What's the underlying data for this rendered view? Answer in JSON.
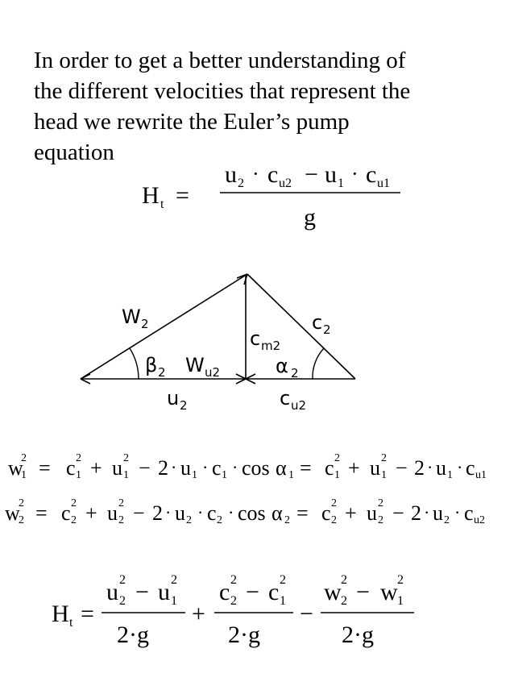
{
  "intro": {
    "line1": "In order to get a better understanding of",
    "line2": "the different velocities that represent the",
    "line3": "head we rewrite the Euler’s  pump",
    "line4": "equation"
  },
  "euler_equation": {
    "lhs": "H",
    "lhs_sub": "t",
    "eq": "=",
    "num_u2": "u",
    "num_u2_sub": "2",
    "dot": "·",
    "num_cu2": "c",
    "num_cu2_sub": "u2",
    "minus": "−",
    "num_u1": "u",
    "num_u1_sub": "1",
    "num_cu1": "c",
    "num_cu1_sub": "u1",
    "den": "g"
  },
  "diagram": {
    "W2": "W",
    "W2_sub": "2",
    "beta2": "β",
    "beta2_sub": "2",
    "Wu2": "W",
    "Wu2_sub": "u2",
    "u2": "u",
    "u2_sub": "2",
    "cm2": "c",
    "cm2_sub": "m2",
    "c2": "c",
    "c2_sub": "2",
    "alpha2": "α",
    "alpha2_sub": "2",
    "cu2": "c",
    "cu2_sub": "u2"
  },
  "w1_equation": {
    "w": "w",
    "w_sub": "1",
    "c": "c",
    "c_sub": "1",
    "u": "u",
    "u_sub": "1",
    "sq": "2",
    "eq": "=",
    "plus": "+",
    "minus": "−",
    "dot": "·",
    "two": "2",
    "cos": "cos",
    "alpha": "α",
    "alpha_sub": "1",
    "cu": "c",
    "cu_sub": "u1"
  },
  "w2_equation": {
    "w": "w",
    "w_sub": "2",
    "c": "c",
    "c_sub": "2",
    "u": "u",
    "u_sub": "2",
    "sq": "2",
    "eq": "=",
    "plus": "+",
    "minus": "−",
    "dot": "·",
    "two": "2",
    "cos": "cos",
    "alpha": "α",
    "alpha_sub": "2",
    "cu": "c",
    "cu_sub": "u2"
  },
  "final_equation": {
    "lhs": "H",
    "lhs_sub": "t",
    "eq": "=",
    "plus": "+",
    "minus": "−",
    "num1": "u",
    "num1_a": "2",
    "num1_b": "1",
    "num2": "c",
    "num2_a": "2",
    "num2_b": "1",
    "num3": "w",
    "num3_a": "2",
    "num3_b": "1",
    "sq": "2",
    "den": "2·g"
  }
}
